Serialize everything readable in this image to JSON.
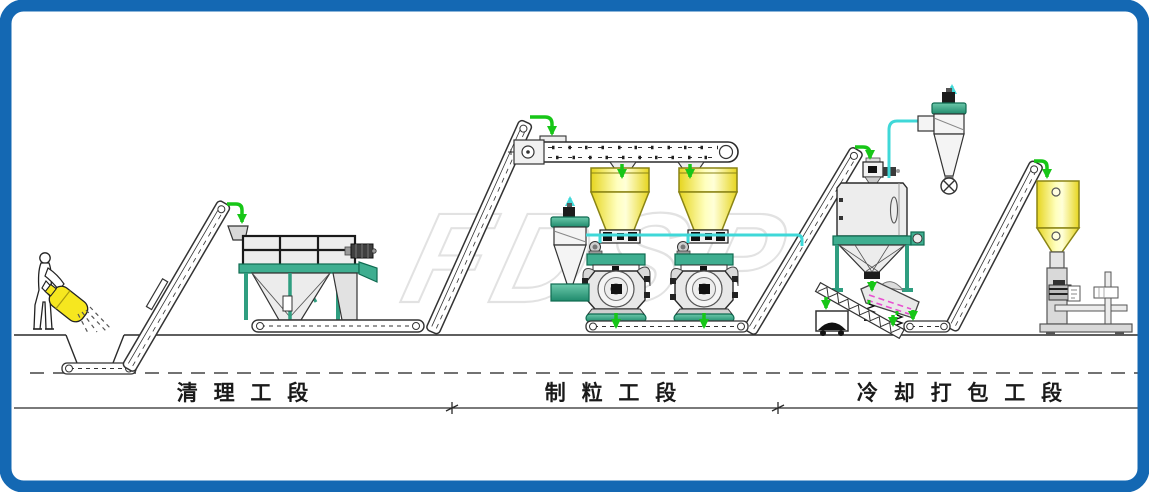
{
  "diagram": {
    "title_visible": false,
    "watermark": "FDSP",
    "sections": [
      {
        "id": "cleaning",
        "label": "清 理 工 段"
      },
      {
        "id": "pelletizing",
        "label": "制 粒 工 段"
      },
      {
        "id": "cooling_packing",
        "label": "冷 却 打 包 工 段"
      }
    ]
  },
  "colors": {
    "frame_blue": "#1468b3",
    "flow_arrow_green": "#17c617",
    "air_pipe_cyan": "#3fd8d8",
    "machine_teal": "#3fae90",
    "hopper_yellow": "#f0e32a",
    "screen_magenta": "#e84fd0",
    "line_black": "#2a2a2a"
  },
  "equipment_icons": [
    {
      "name": "person-with-bag-icon",
      "meaning": "worker dumping raw material bag"
    },
    {
      "name": "receiving-pit-icon",
      "meaning": "intake pit with conveyor"
    },
    {
      "name": "inclined-conveyor-icon",
      "meaning": "inclined belt conveyor"
    },
    {
      "name": "drum-cleaner-icon",
      "meaning": "cleaning sieve machine"
    },
    {
      "name": "drag-chain-conveyor-icon",
      "meaning": "horizontal scraper conveyor"
    },
    {
      "name": "surge-hopper-icon",
      "meaning": "yellow feed bin"
    },
    {
      "name": "pellet-mill-icon",
      "meaning": "ring-die pellet mill"
    },
    {
      "name": "aspiration-cyclone-icon",
      "meaning": "small dust cyclone"
    },
    {
      "name": "counterflow-cooler-icon",
      "meaning": "pellet cooler"
    },
    {
      "name": "cooling-cyclone-icon",
      "meaning": "air cyclone with fan"
    },
    {
      "name": "vibrating-grader-icon",
      "meaning": "pellet grading screen"
    },
    {
      "name": "fines-return-conveyor-icon",
      "meaning": "zigzag fines conveyor"
    },
    {
      "name": "fines-cart-icon",
      "meaning": "reject material cart"
    },
    {
      "name": "packing-hopper-icon",
      "meaning": "bagging bin"
    },
    {
      "name": "bagging-machine-icon",
      "meaning": "weighing and packing scale"
    }
  ]
}
